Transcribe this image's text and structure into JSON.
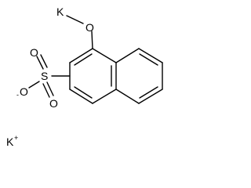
{
  "molecule": {
    "labels": {
      "potassium_top": "K",
      "oxygen_top": "O",
      "sulfur": "S",
      "oxygen_upper": "O",
      "oxygen_lower": "O",
      "oxygen_anion": "O",
      "anion_charge": "-",
      "potassium_ion": "K",
      "cation_charge": "+"
    },
    "colors": {
      "bond": "#000000",
      "text": "#000000"
    }
  }
}
